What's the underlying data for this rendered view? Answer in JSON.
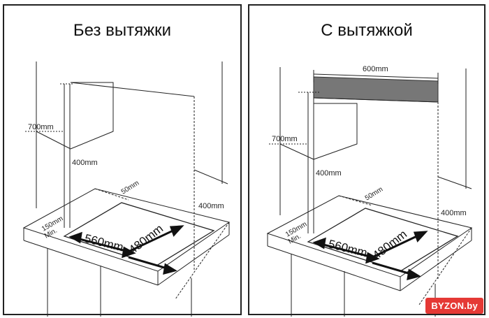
{
  "left": {
    "title": "Без вытяжки",
    "dims": {
      "h700": "700mm",
      "h400a": "400mm",
      "h400b": "400mm",
      "d50": "50mm",
      "d560": "560mm",
      "d480": "480mm",
      "min150": "150mm",
      "min_word": "Min."
    }
  },
  "right": {
    "title": "С вытяжкой",
    "dims": {
      "w600": "600mm",
      "h700": "700mm",
      "h400a": "400mm",
      "h400b": "400mm",
      "d50": "50mm",
      "d560": "560mm",
      "d480": "480mm",
      "min150": "150mm",
      "min_word": "Min."
    }
  },
  "watermark": "BYZON.by"
}
